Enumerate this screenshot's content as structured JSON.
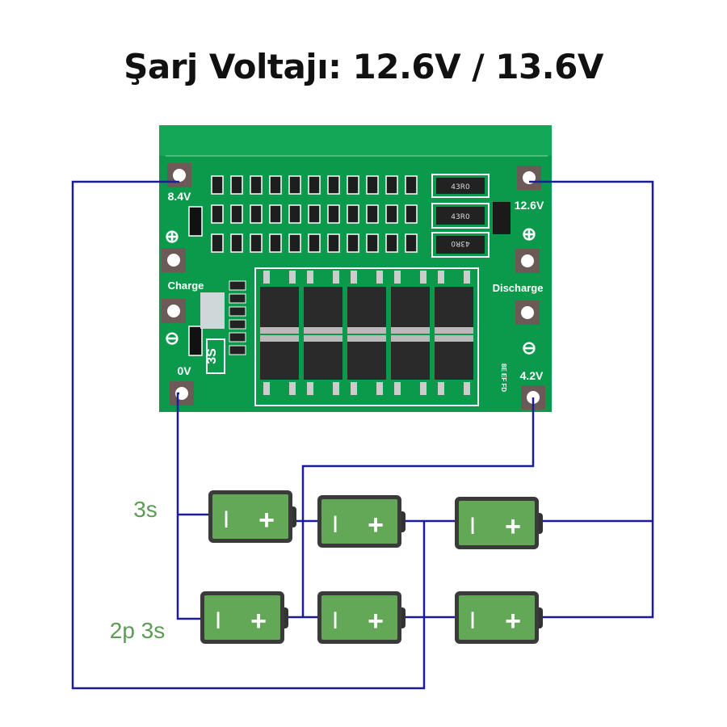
{
  "title": "Şarj Voltajı: 12.6V / 13.6V",
  "board": {
    "pads": {
      "top_left": "8.4V",
      "top_right": "12.6V",
      "bottom_left": "0V",
      "bottom_right": "4.2V"
    },
    "charge_label": "Charge",
    "discharge_label": "Discharge",
    "plus_symbol": "⊕",
    "minus_symbol": "⊖",
    "resistor_codes": [
      "43R0",
      "43R0",
      "43R0"
    ],
    "cell_count_marking": "3S",
    "side_marking": "8E EF FD"
  },
  "config_labels": {
    "series": "3s",
    "parallel_series": "2p 3s"
  },
  "battery": {
    "minus": "I",
    "plus": "+"
  },
  "colors": {
    "board": "#0b9a4c",
    "wire": "#1b1b9c",
    "battery": "#62a857",
    "label": "#5c9c55"
  }
}
